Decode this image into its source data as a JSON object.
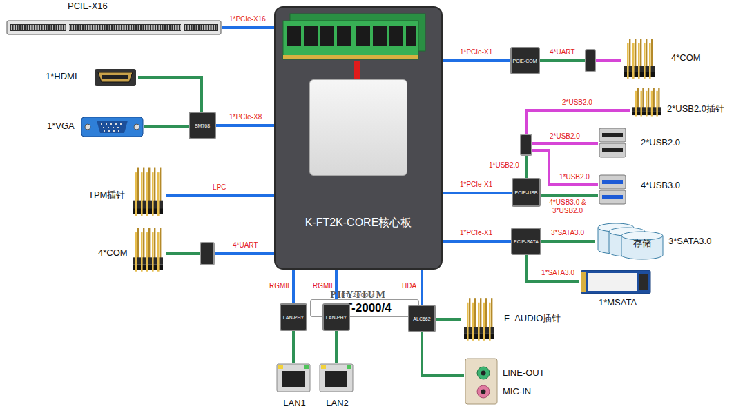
{
  "diagram": {
    "nodes": [
      {
        "text": [
          "PCIE-X16"
        ]
      },
      {
        "text": [
          "K-FT2K-CORE核心板"
        ]
      },
      {
        "text": [
          "PHYTIUM",
          "FT-2000/4",
          "FT-2000/4"
        ],
        "in": 1
      },
      {
        "text": [
          "1*HDMI"
        ]
      },
      {
        "text": [
          "SM768"
        ]
      },
      {
        "text": [
          "1*VGA"
        ]
      },
      {
        "text": [
          "TPM插针"
        ]
      },
      {
        "text": [
          "4*COM"
        ]
      },
      {
        "text": [
          "PCIE-COM"
        ]
      },
      {
        "text": [
          "4*COM"
        ]
      },
      {
        "text": [
          "2*USB2.0插针"
        ]
      },
      {
        "text": [
          "2*USB2.0"
        ]
      },
      {
        "text": [
          "4*USB3.0"
        ]
      },
      {
        "text": [
          "PCIE-USB"
        ]
      },
      {
        "text": [
          "PCIE-SATA"
        ]
      },
      {
        "text": [
          "存储",
          "3*SATA3.0"
        ]
      },
      {
        "text": [
          "1*MSATA"
        ]
      },
      {
        "text": [
          "LAN-PHY"
        ]
      },
      {
        "text": [
          "LAN-PHY"
        ]
      },
      {
        "text": [
          "ALC662"
        ]
      },
      {
        "text": [
          "F_AUDIO插针"
        ]
      },
      {
        "text": [
          "LINE-OUT",
          "MIC-IN"
        ]
      },
      {
        "text": [
          "LAN1"
        ]
      },
      {
        "text": [
          "LAN2"
        ]
      }
    ],
    "edges": [
      {
        "from": 1,
        "to": 0,
        "label": "1*PCIe-X16",
        "arrow": "none"
      },
      {
        "from": 3,
        "to": 4,
        "arrow": "none"
      },
      {
        "from": 5,
        "to": 4,
        "arrow": "none"
      },
      {
        "from": 4,
        "to": 1,
        "label": "1*PCIe-X8",
        "arrow": "none"
      },
      {
        "from": 6,
        "to": 1,
        "label": "LPC",
        "arrow": "none"
      },
      {
        "from": 7,
        "to": 1,
        "label": "4*UART",
        "arrow": "none"
      },
      {
        "from": 1,
        "to": 8,
        "label": "1*PCIe-X1",
        "arrow": "none"
      },
      {
        "from": 8,
        "to": 9,
        "label": "4*UART",
        "arrow": "none"
      },
      {
        "from": 13,
        "to": 10,
        "label": "2*USB2.0",
        "arrow": "none"
      },
      {
        "from": 13,
        "to": 11,
        "label": "2*USB2.0",
        "arrow": "none"
      },
      {
        "from": 13,
        "to": 12,
        "label": "1*USB2.0",
        "arrow": "none"
      },
      {
        "from": 1,
        "to": 13,
        "label": "1*PCIe-X1",
        "arrow": "none"
      },
      {
        "from": 13,
        "to": 12,
        "label": "4*USB3.0 & 3*USB2.0",
        "arrow": "none"
      },
      {
        "from": 1,
        "to": 14,
        "label": "1*PCIe-X1",
        "arrow": "none"
      },
      {
        "from": 14,
        "to": 15,
        "label": "3*SATA3.0",
        "arrow": "none"
      },
      {
        "from": 14,
        "to": 16,
        "label": "1*SATA3.0",
        "arrow": "none"
      },
      {
        "from": 1,
        "to": 17,
        "label": "RGMII",
        "arrow": "none"
      },
      {
        "from": 1,
        "to": 18,
        "label": "RGMII",
        "arrow": "none"
      },
      {
        "from": 1,
        "to": 19,
        "label": "HDA",
        "arrow": "none"
      },
      {
        "from": 19,
        "to": 20,
        "arrow": "none"
      },
      {
        "from": 19,
        "to": 21,
        "arrow": "none"
      },
      {
        "from": 17,
        "to": 22,
        "arrow": "none"
      },
      {
        "from": 18,
        "to": 23,
        "arrow": "none"
      }
    ],
    "labels": [
      "1*USB2.0"
    ]
  }
}
